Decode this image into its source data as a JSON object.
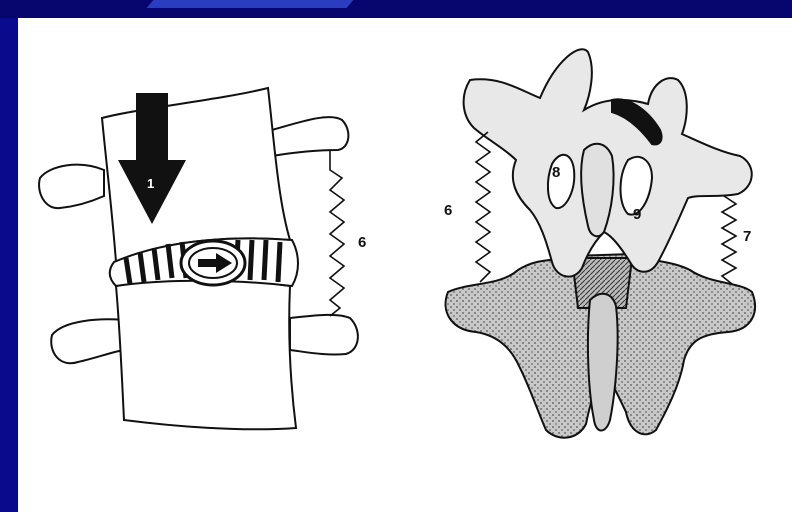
{
  "slide": {
    "background_color": "#0a0a8c",
    "panel_color": "#ffffff"
  },
  "left_figure": {
    "labels": {
      "arrow_number": "1",
      "spring_number": "6"
    }
  },
  "right_figure": {
    "labels": {
      "left_spring": "6",
      "right_spring": "7",
      "facet_left": "8",
      "facet_right": "9"
    }
  }
}
